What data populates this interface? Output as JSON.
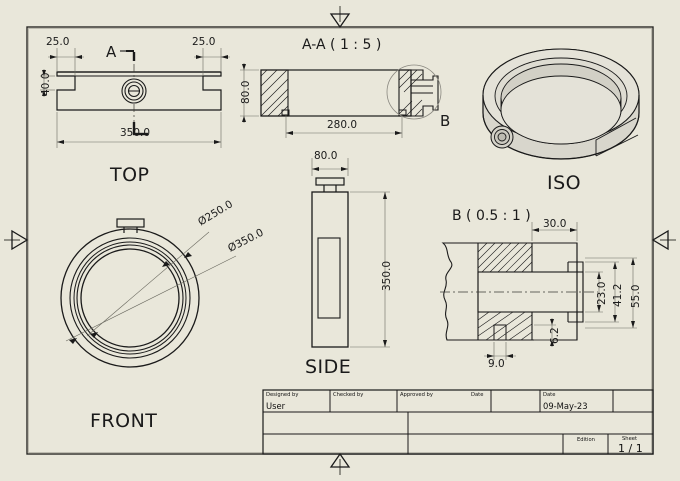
{
  "sheet": {
    "background_color": "#e9e7da",
    "line_color": "#1a1a1a",
    "dim_line_color": "#6b6a60",
    "hatch_color": "#1a1a1a",
    "iso_fill": "#d8d6cc",
    "iso_fill_light": "#e4e2d8",
    "iso_fill_dark": "#c6c4ba"
  },
  "centering_marks": {
    "top": "triangle-down-icon",
    "bottom": "triangle-up-icon",
    "left": "triangle-right-icon",
    "right": "triangle-left-icon"
  },
  "views": {
    "top": {
      "name": "TOP",
      "section_letter": "A",
      "dims": {
        "left_notch": "25.0",
        "right_notch": "25.0",
        "notch_depth": "40.0",
        "overall_length": "350.0"
      }
    },
    "section_aa": {
      "title": "A-A ( 1 : 5 )",
      "detail_letter": "B",
      "dims": {
        "height": "80.0",
        "length": "280.0"
      }
    },
    "iso": {
      "name": "ISO"
    },
    "front": {
      "name": "FRONT",
      "dims": {
        "inner_dia": "Ø250.0",
        "outer_dia": "Ø350.0"
      }
    },
    "side": {
      "name": "SIDE",
      "dims": {
        "width": "80.0",
        "height": "350.0"
      }
    },
    "detail_b": {
      "title": "B ( 0.5 : 1 )",
      "dims": {
        "d_30": "30.0",
        "d_23": "23.0",
        "d_41": "41.2",
        "d_55": "55.0",
        "d_62": "6.2",
        "d_9": "9.0"
      }
    }
  },
  "title_block": {
    "designed_by_label": "Designed by",
    "designed_by_value": "User",
    "checked_by_label": "Checked by",
    "approved_by_label": "Approved by",
    "date_label_1": "Date",
    "date_label_2": "Date",
    "date_value": "09-May-23",
    "edition_label": "Edition",
    "sheet_label": "Sheet",
    "sheet_value": "1 / 1"
  }
}
